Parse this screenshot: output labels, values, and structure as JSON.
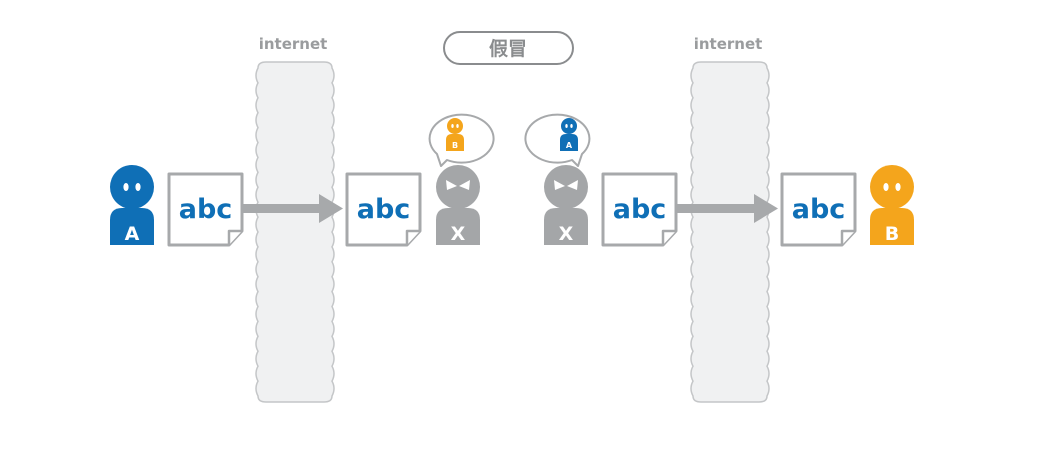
{
  "title": "假冒",
  "internet_labels": [
    "internet",
    "internet"
  ],
  "document_text": "abc",
  "people": {
    "a": {
      "letter": "A"
    },
    "b": {
      "letter": "B"
    },
    "x": {
      "letter": "X"
    }
  },
  "bubbles": {
    "left": {
      "letter": "B"
    },
    "right": {
      "letter": "A"
    }
  },
  "colors": {
    "blue": "#0f6fb6",
    "orange": "#f4a51c",
    "gray": "#a4a6a8",
    "arrow": "#a7a9ab",
    "internet_fill": "#f0f1f2",
    "internet_edge": "#c4c6c8",
    "doc_stroke": "#a7a9ab",
    "label_gray": "#9a9c9e",
    "title_border": "#8a8c8e"
  }
}
